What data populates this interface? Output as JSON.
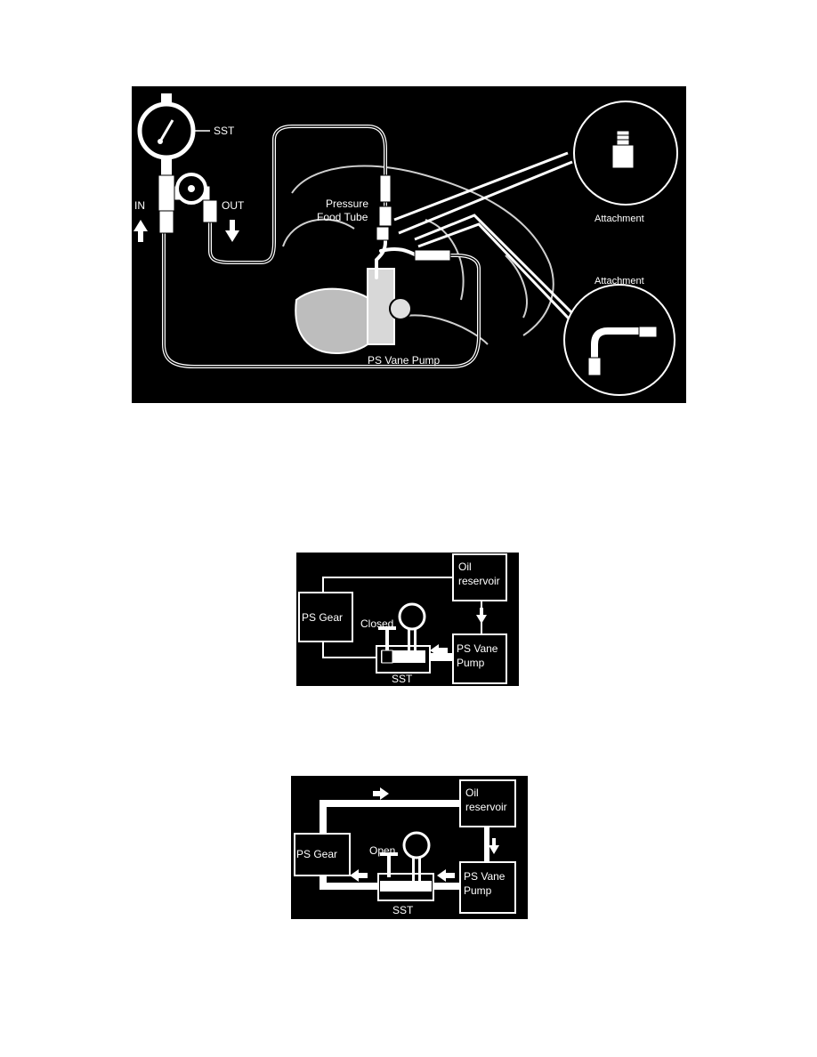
{
  "main_figure": {
    "sst_label": "SST",
    "in_label": "IN",
    "out_label": "OUT",
    "pressure_feed_line1": "Pressure",
    "pressure_feed_line2": "Food Tube",
    "pump_label": "PS Vane Pump",
    "attachment_top": "Attachment",
    "attachment_bottom": "Attachment"
  },
  "closed_figure": {
    "reservoir_line1": "Oil",
    "reservoir_line2": "reservoir",
    "gear_label": "PS Gear",
    "valve_state": "Closed",
    "pump_line1": "PS Vane",
    "pump_line2": "Pump",
    "sst_label": "SST"
  },
  "open_figure": {
    "reservoir_line1": "Oil",
    "reservoir_line2": "reservoir",
    "gear_label": "PS Gear",
    "valve_state": "Open",
    "pump_line1": "PS Vane",
    "pump_line2": "Pump",
    "sst_label": "SST"
  },
  "colors": {
    "background": "#000000",
    "line": "#ffffff",
    "page": "#ffffff"
  }
}
